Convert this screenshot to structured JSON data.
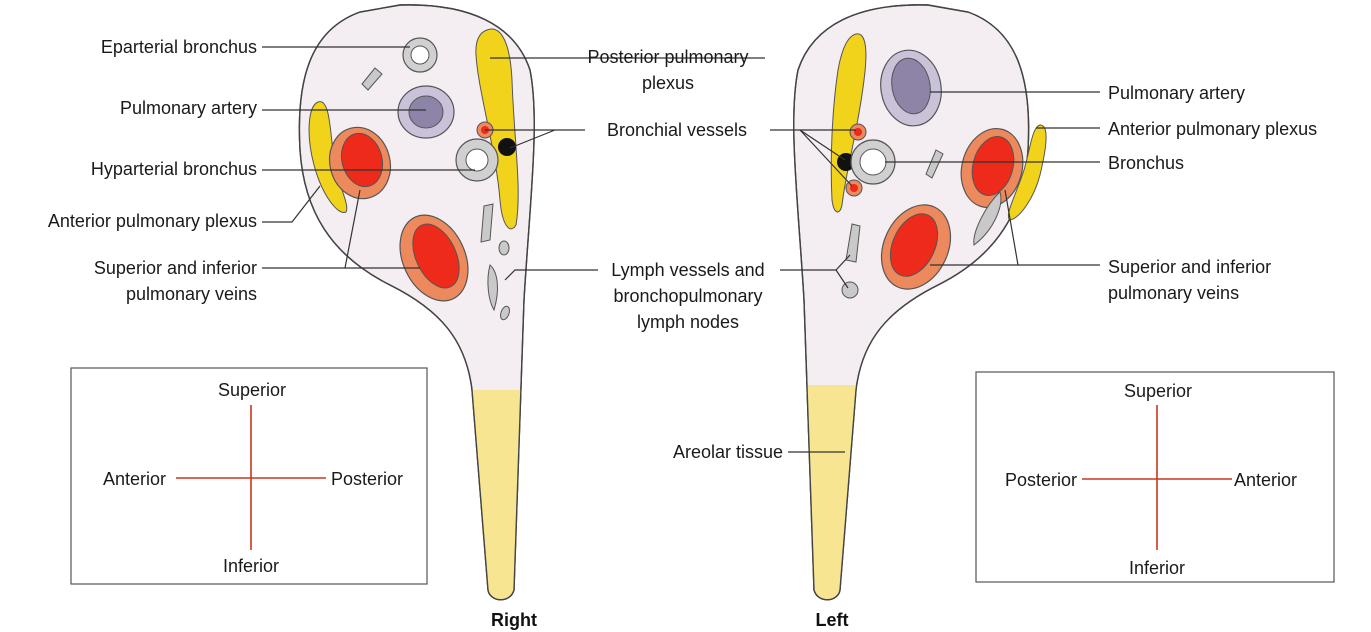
{
  "right_labels": {
    "eparterial_bronchus": "Eparterial bronchus",
    "pulmonary_artery": "Pulmonary artery",
    "hyparterial_bronchus": "Hyparterial bronchus",
    "anterior_pulmonary_plexus": "Anterior pulmonary plexus",
    "pulmonary_veins_line1": "Superior and inferior",
    "pulmonary_veins_line2": "pulmonary veins"
  },
  "center_labels": {
    "posterior_plexus_line1": "Posterior pulmonary",
    "posterior_plexus_line2": "plexus",
    "bronchial_vessels": "Bronchial vessels",
    "lymph_line1": "Lymph vessels and",
    "lymph_line2": "bronchopulmonary",
    "lymph_line3": "lymph nodes",
    "areolar_tissue": "Areolar tissue"
  },
  "left_labels": {
    "pulmonary_artery": "Pulmonary artery",
    "anterior_pulmonary_plexus": "Anterior pulmonary plexus",
    "bronchus": "Bronchus",
    "pulmonary_veins_line1": "Superior and inferior",
    "pulmonary_veins_line2": "pulmonary veins"
  },
  "orientation_right": {
    "superior": "Superior",
    "inferior": "Inferior",
    "left_side": "Anterior",
    "right_side": "Posterior"
  },
  "orientation_left": {
    "superior": "Superior",
    "inferior": "Inferior",
    "left_side": "Posterior",
    "right_side": "Anterior"
  },
  "captions": {
    "right": "Right",
    "left": "Left"
  },
  "colors": {
    "root_fill": "#f4eef3",
    "plexus_yellow": "#f2d31c",
    "vein_red": "#ee2a1a",
    "vein_ring": "#ec8a5e",
    "artery_purple": "#8e84a8",
    "artery_ring": "#c9c2d8",
    "node_gray": "#c9c9c9",
    "areolar_yellow": "#f7e592",
    "axis_red": "#c8361e",
    "black_vessel": "#111111"
  }
}
